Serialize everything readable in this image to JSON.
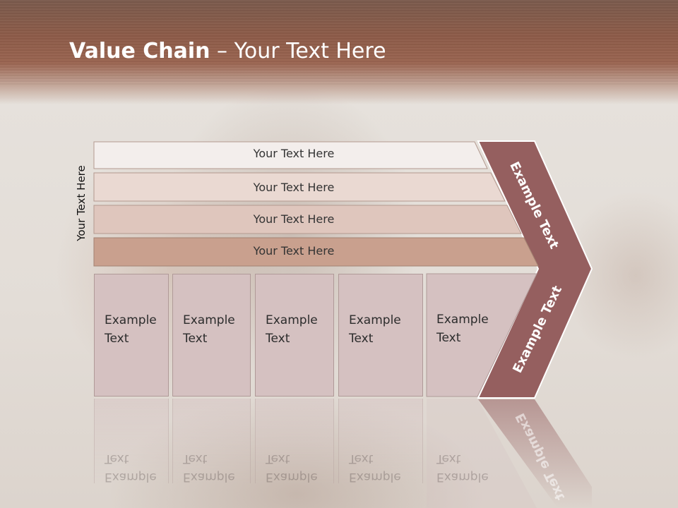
{
  "slide": {
    "title_bold": "Value Chain",
    "title_rest": " – Your Text Here",
    "side_label": "Your Text Here"
  },
  "bars": [
    {
      "label": "Your Text Here"
    },
    {
      "label": "Your Text Here"
    },
    {
      "label": "Your Text Here"
    },
    {
      "label": "Your Text Here"
    }
  ],
  "boxes": [
    {
      "line1": "Example",
      "line2": "Text"
    },
    {
      "line1": "Example",
      "line2": "Text"
    },
    {
      "line1": "Example",
      "line2": "Text"
    },
    {
      "line1": "Example",
      "line2": "Text"
    },
    {
      "line1": "Example",
      "line2": "Text"
    }
  ],
  "chevron": {
    "upper_text": "Example Text",
    "lower_text": "Example Text"
  },
  "colors": {
    "header": "#8d5b48",
    "chevron": "#955f5f",
    "bar1": "#f3eeec",
    "bar2": "#ead9d2",
    "bar3": "#dfc6bd",
    "bar4": "#c9a08e",
    "box": "#d5c1c1"
  }
}
